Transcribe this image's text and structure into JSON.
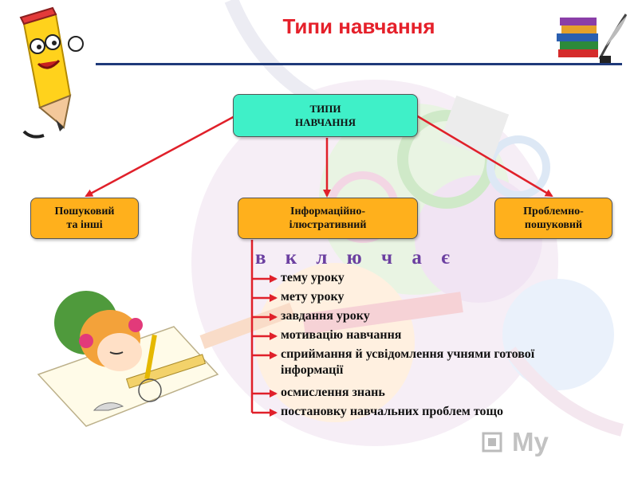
{
  "title": "Типи навчання",
  "diagram": {
    "root": "ТИПИ\nНАВЧАННЯ",
    "children": [
      "Пошуковий\nта інші",
      "Інформаційно-\nілюстративний",
      "Проблемно-\nпошуковий"
    ],
    "includes_label": "в к л ю ч а є",
    "includes_items": [
      "тему уроку",
      "мету уроку",
      "завдання уроку",
      "мотивацію навчання",
      "сприймання й усвідомлення учнями готової\nінформації",
      "осмислення знань",
      "постановку навчальних проблем тощо"
    ]
  },
  "watermark": "My",
  "colors": {
    "title": "#e5202a",
    "root_fill": "#3ff0c8",
    "child_fill": "#ffb01c",
    "arrow": "#e0202a",
    "includes": "#6b3fa0",
    "rule": "#1f3a7a"
  },
  "icons": [
    "pencil-mascot-icon",
    "books-quill-icon",
    "girl-drawing-icon",
    "watermark-logo-icon"
  ]
}
